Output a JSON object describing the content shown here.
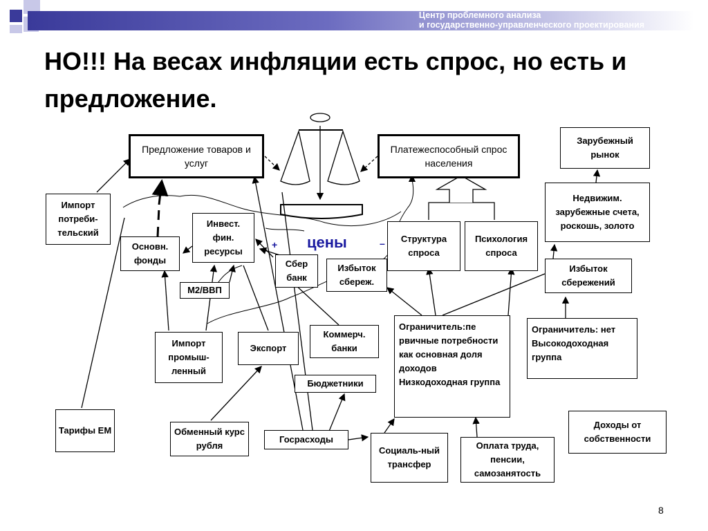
{
  "header": {
    "org_line1": "Центр проблемного анализа",
    "org_line2": "и государственно-управленческого проектирования"
  },
  "title": "НО!!! На весах инфляции есть спрос, но есть и  предложение.",
  "boxes": {
    "supply": "Предложение товаров и услуг",
    "demand": "Платежеспособный спрос населения",
    "foreign_market": "Зарубежный рынок",
    "realestate": "Недвижим. зарубежные счета, роскошь, золото",
    "import_consumer": "Импорт потреби-тельский",
    "invest": "Инвест. фин. ресурсы",
    "fixed_assets": "Основн. фонды",
    "sberbank": "Сбер банк",
    "excess_savings_small": "Избыток сбереж.",
    "structure": "Структура спроса",
    "psychology": "Психология спроса",
    "excess_savings": "Избыток сбережений",
    "m2": "М2/ВВП",
    "commercial_banks": "Коммерч. банки",
    "limiter_low": "Ограничитель:пе рвичные потребности как основная доля доходов Низкодоходная группа",
    "limiter_high": "Ограничитель: нет Высокодоходная группа",
    "import_industrial": "Импорт промыш-ленный",
    "export": "Экспорт",
    "budget_workers": "Бюджетники",
    "tariffs": "Тарифы ЕМ",
    "exchange_rate": "Обменный курс рубля",
    "gov_spending": "Госрасходы",
    "social_transfer": "Социаль-ный трансфер",
    "wages": "Оплата труда, пенсии, самозанятость",
    "property_income": "Доходы от собственности"
  },
  "prices_label": "цены",
  "plus_sign": "+",
  "minus_sign": "–",
  "page_number": "8",
  "colors": {
    "accent": "#3a3a9a",
    "prices": "#1a1aa0"
  }
}
